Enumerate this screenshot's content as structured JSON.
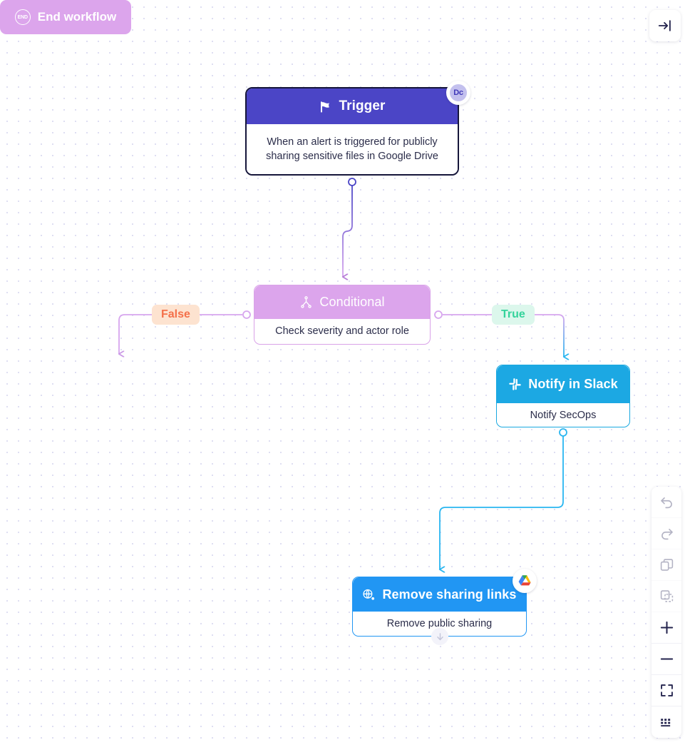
{
  "canvas": {
    "background_color": "#ffffff",
    "dot_color": "#d8d8f0"
  },
  "top_toolbar": {
    "collapse_button": {
      "icon": "arrow-to-line-icon",
      "tooltip": "Collapse panel"
    }
  },
  "right_toolbar": {
    "buttons": [
      {
        "name": "undo",
        "icon": "undo-icon",
        "enabled": false
      },
      {
        "name": "redo",
        "icon": "redo-icon",
        "enabled": false
      },
      {
        "name": "copy",
        "icon": "copy-icon",
        "enabled": false
      },
      {
        "name": "paste",
        "icon": "paste-icon",
        "enabled": false
      },
      {
        "name": "zoom-in",
        "icon": "plus-icon",
        "enabled": true
      },
      {
        "name": "zoom-out",
        "icon": "minus-icon",
        "enabled": true
      },
      {
        "name": "fit-view",
        "icon": "fullscreen-icon",
        "enabled": true
      },
      {
        "name": "keyboard-shortcuts",
        "icon": "keyboard-icon",
        "enabled": true
      }
    ]
  },
  "nodes": {
    "trigger": {
      "title": "Trigger",
      "description": "When an alert is triggered for publicly sharing sensitive files in Google Drive",
      "icon": "flag-icon",
      "badge": {
        "label": "Dc",
        "icon": "app-badge-dc"
      },
      "header_color": "#4b45c6",
      "border_color": "#16163a",
      "selected": true
    },
    "conditional": {
      "title": "Conditional",
      "description": "Check severity and actor role",
      "icon": "branch-icon",
      "header_color": "#dca5ec",
      "border_color": "#d9a2e8"
    },
    "end_workflow": {
      "title": "End workflow",
      "icon": "end-circle-icon",
      "icon_label": "END",
      "color": "#dca5ec"
    },
    "slack": {
      "title": "Notify in Slack",
      "description": "Notify SecOps",
      "icon": "slack-icon",
      "header_color": "#1ca8e3",
      "border_color": "#19a8e0"
    },
    "drive": {
      "title": "Remove sharing links",
      "description": "Remove public sharing",
      "icon": "globe-link-icon",
      "badge": {
        "icon": "google-drive-icon"
      },
      "header_color": "#2196f3",
      "border_color": "#2196f3"
    }
  },
  "branches": [
    {
      "label": "False",
      "text_color": "#f4704a",
      "background_color": "#fde3d0"
    },
    {
      "label": "True",
      "text_color": "#34d39b",
      "background_color": "#dcf7ec"
    }
  ],
  "add_node_button": {
    "icon": "arrow-down-icon"
  },
  "edges": [
    {
      "from": "trigger",
      "to": "conditional",
      "color_start": "#4b45c6",
      "color_end": "#d7a6ee"
    },
    {
      "from": "conditional",
      "to": "end_workflow",
      "label": "False",
      "color": "#d7a6ee"
    },
    {
      "from": "conditional",
      "to": "slack",
      "label": "True",
      "color_start": "#d7a6ee",
      "color_end": "#29b6f0"
    },
    {
      "from": "slack",
      "to": "drive",
      "color": "#29b6f0"
    }
  ]
}
